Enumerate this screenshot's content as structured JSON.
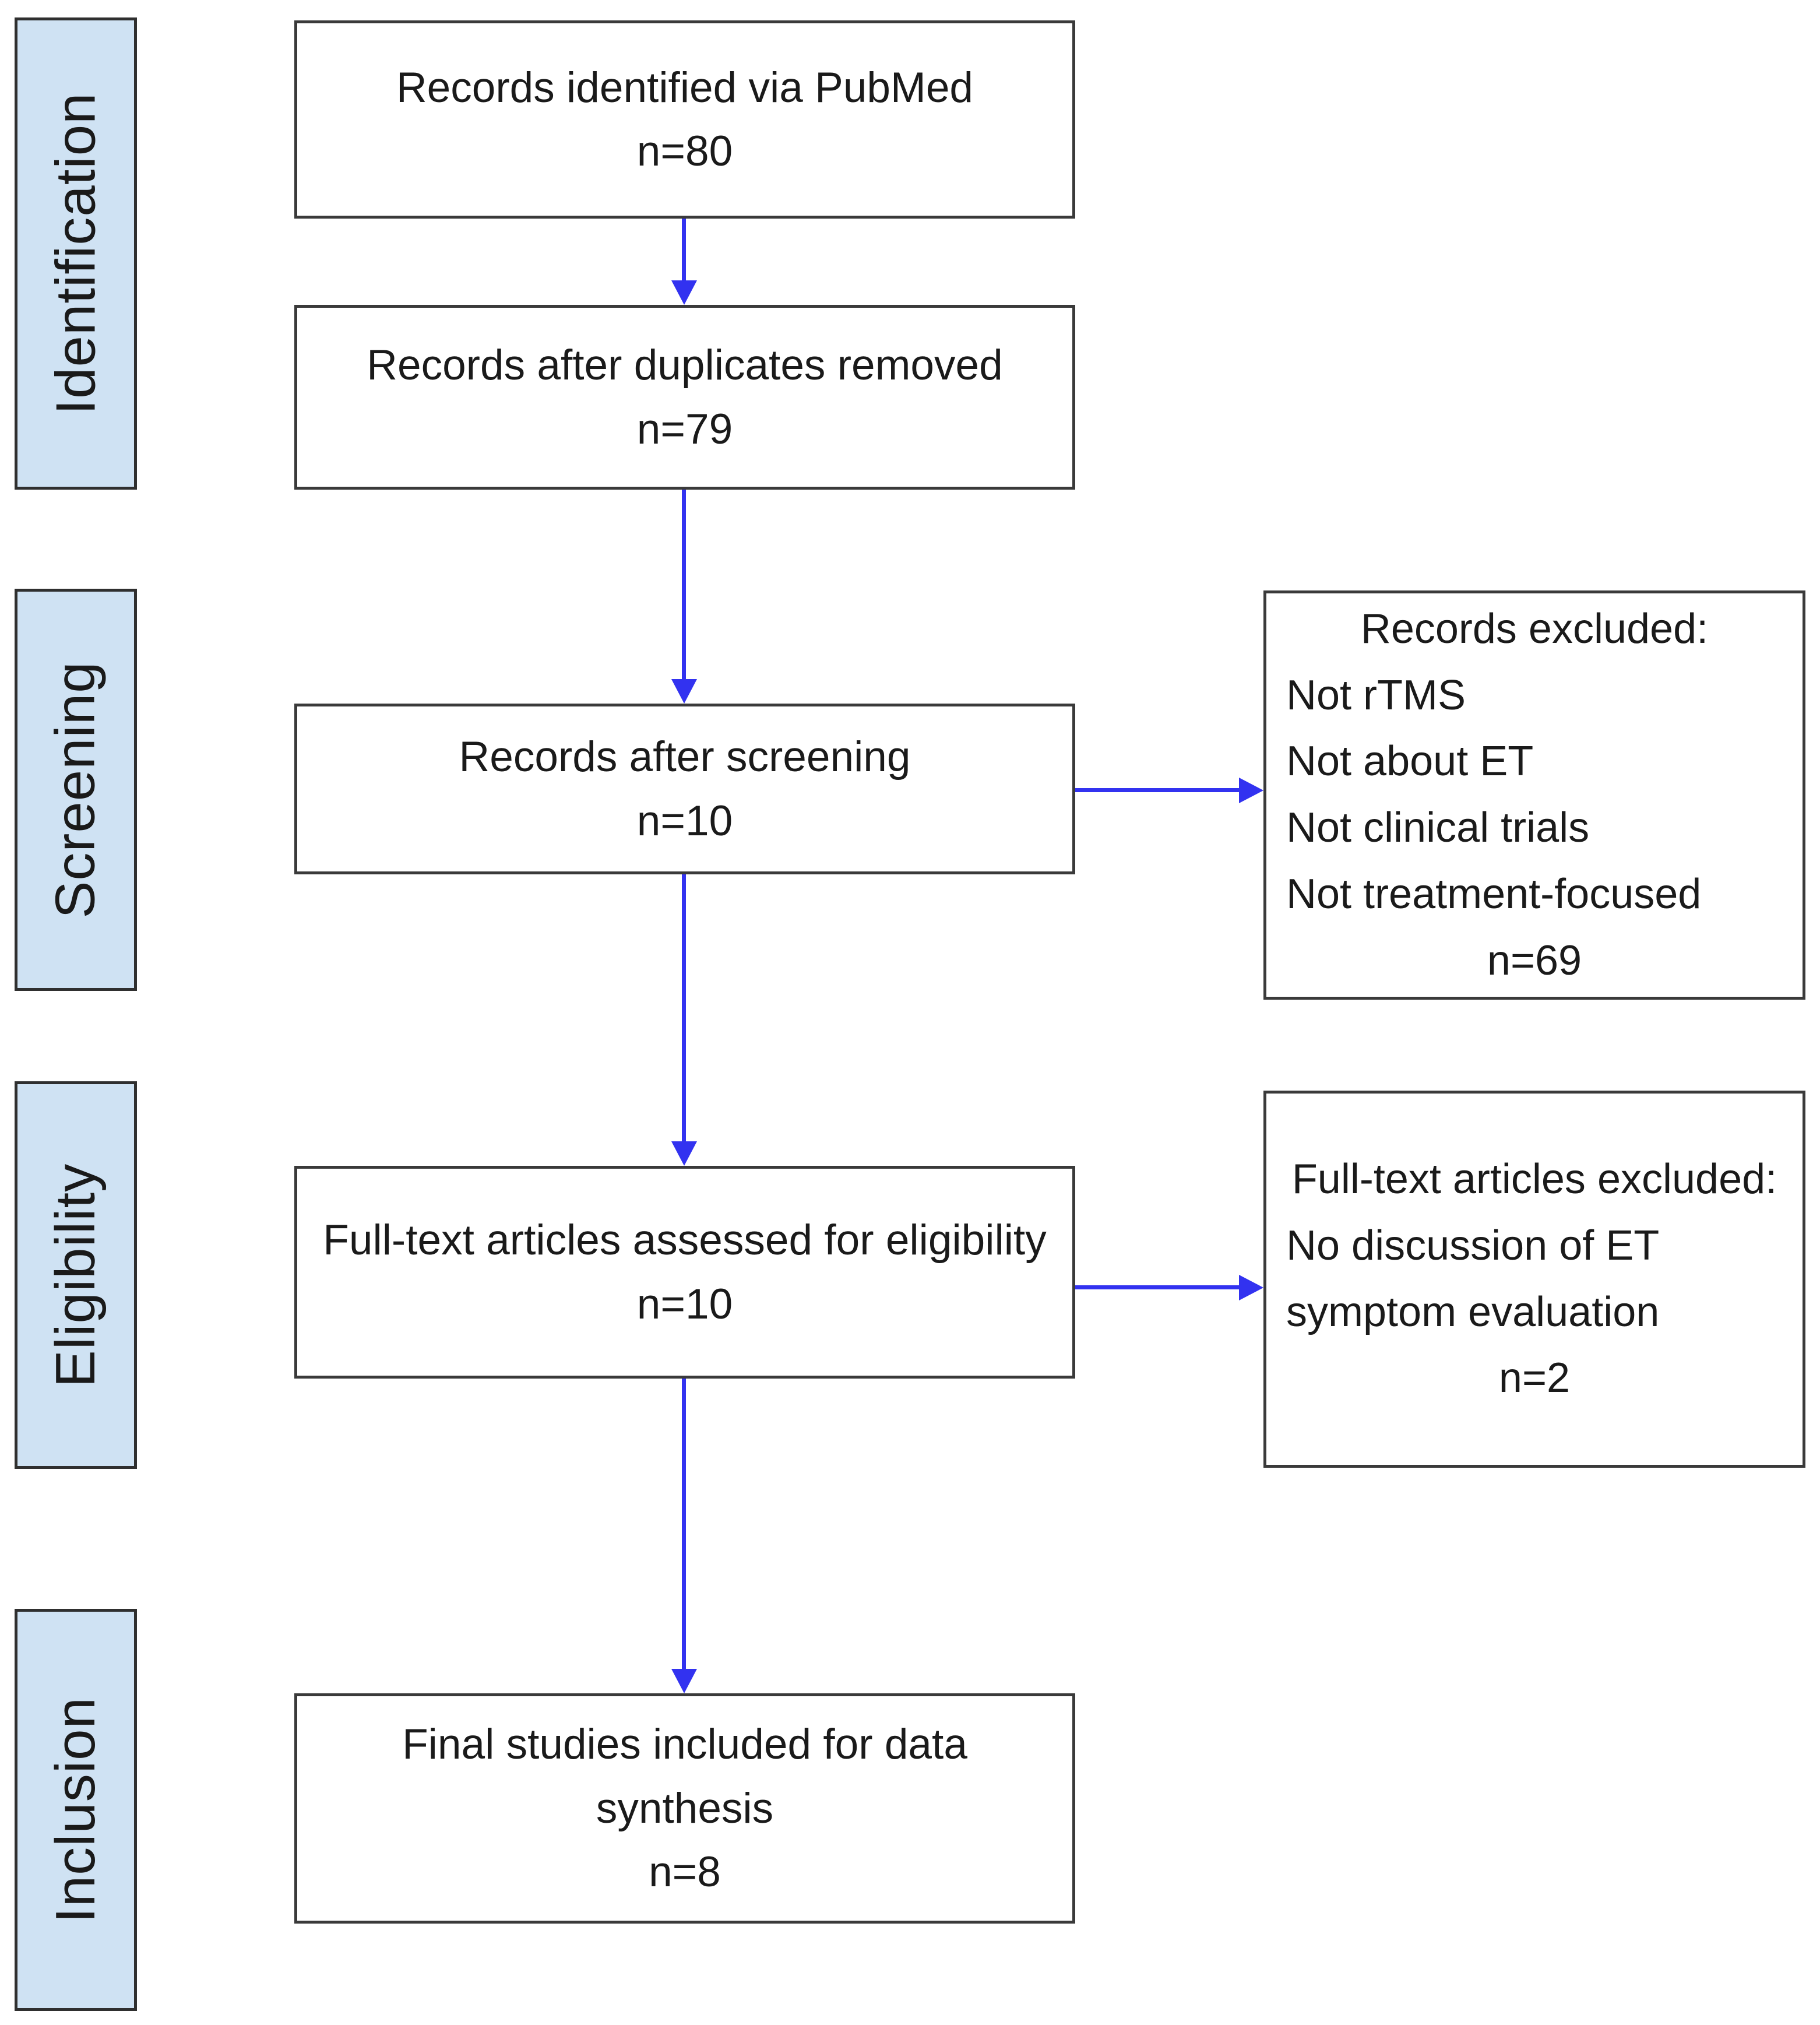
{
  "diagram": {
    "type": "prisma-flowchart",
    "colors": {
      "stage_fill": "#cfe2f3",
      "box_border": "#3a3a3a",
      "arrow": "#3232f0",
      "text": "#1a1a1a",
      "background": "#ffffff"
    },
    "stages": [
      {
        "label": "Identification"
      },
      {
        "label": "Screening"
      },
      {
        "label": "Eligibility"
      },
      {
        "label": "Inclusion"
      }
    ],
    "main_boxes": [
      {
        "text": "Records identified via PubMed",
        "count": "n=80"
      },
      {
        "text": "Records after duplicates removed",
        "count": "n=79"
      },
      {
        "text": "Records after screening",
        "count": "n=10"
      },
      {
        "text": "Full-text articles assessed for eligibility",
        "count": "n=10"
      },
      {
        "text": "Final studies included for data synthesis",
        "count": "n=8"
      }
    ],
    "exclusion_boxes": [
      {
        "title": "Records excluded:",
        "reasons": [
          "Not rTMS",
          "Not about ET",
          "Not clinical trials",
          "Not treatment-focused"
        ],
        "count": "n=69"
      },
      {
        "title": "Full-text articles excluded:",
        "reasons": [
          "No discussion of ET symptom evaluation"
        ],
        "count": "n=2"
      }
    ]
  }
}
